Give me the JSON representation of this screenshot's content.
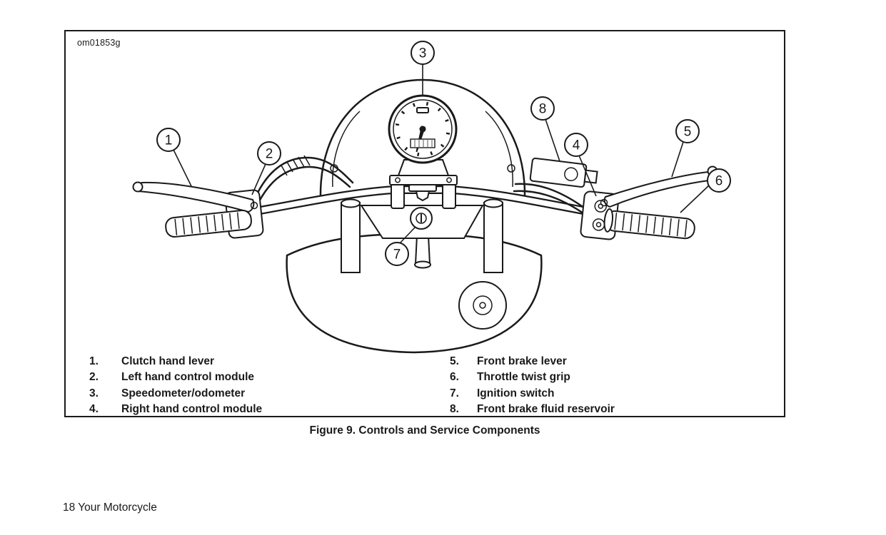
{
  "page": {
    "drawing_code": "om01853g",
    "caption": "Figure 9. Controls and Service Components",
    "footer": "18 Your Motorcycle"
  },
  "figure": {
    "callouts": [
      "1",
      "2",
      "3",
      "4",
      "5",
      "6",
      "7",
      "8"
    ]
  },
  "legend": {
    "left": [
      {
        "num": "1.",
        "label": "Clutch hand lever"
      },
      {
        "num": "2.",
        "label": "Left hand control module"
      },
      {
        "num": "3.",
        "label": "Speedometer/odometer"
      },
      {
        "num": "4.",
        "label": "Right hand control module"
      }
    ],
    "right": [
      {
        "num": "5.",
        "label": "Front brake lever"
      },
      {
        "num": "6.",
        "label": "Throttle twist grip"
      },
      {
        "num": "7.",
        "label": "Ignition switch"
      },
      {
        "num": "8.",
        "label": "Front brake fluid reservoir"
      }
    ]
  },
  "colors": {
    "ink": "#1a1a1a",
    "paper": "#ffffff"
  }
}
